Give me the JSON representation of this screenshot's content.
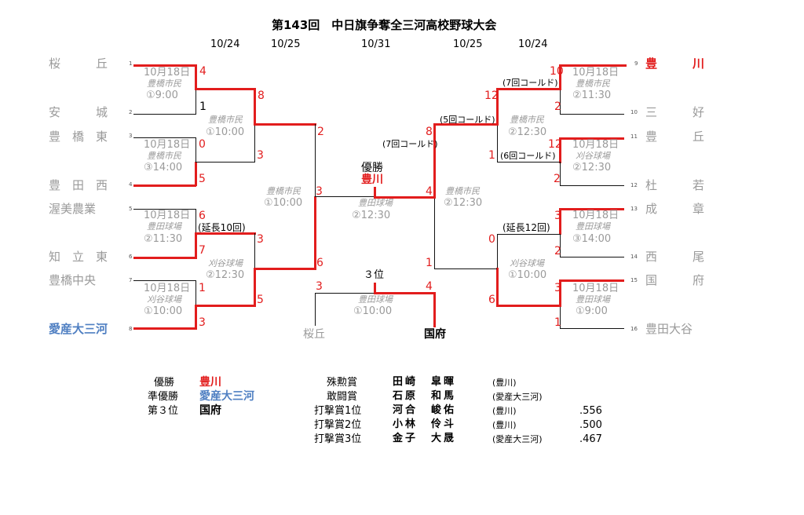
{
  "title": "第143回　中日旗争奪全三河高校野球大会",
  "dates": [
    "10/24",
    "10/25",
    "10/31",
    "10/25",
    "10/24"
  ],
  "left_teams": [
    {
      "no": "1",
      "name": "桜　　　丘"
    },
    {
      "no": "2",
      "name": "安　　　城"
    },
    {
      "no": "3",
      "name": "豊　橋　東"
    },
    {
      "no": "4",
      "name": "豊　田　西"
    },
    {
      "no": "5",
      "name": "渥美農業"
    },
    {
      "no": "6",
      "name": "知　立　東"
    },
    {
      "no": "7",
      "name": "豊橋中央"
    },
    {
      "no": "8",
      "name": "愛産大三河"
    }
  ],
  "right_teams": [
    {
      "no": "9",
      "name": "豊　　　川"
    },
    {
      "no": "10",
      "name": "三　　　好"
    },
    {
      "no": "11",
      "name": "豊　　　丘"
    },
    {
      "no": "12",
      "name": "杜　　　若"
    },
    {
      "no": "13",
      "name": "成　　　章"
    },
    {
      "no": "14",
      "name": "西　　　尾"
    },
    {
      "no": "15",
      "name": "国　　　府"
    },
    {
      "no": "16",
      "name": "豊田大谷"
    }
  ],
  "first_round_scores": {
    "left": [
      "4",
      "1",
      "0",
      "5",
      "6",
      "7",
      "1",
      "3"
    ],
    "right": [
      "10",
      "2",
      "12",
      "2",
      "3",
      "2",
      "3",
      "1"
    ]
  },
  "second_round_scores": {
    "left": [
      "8",
      "3",
      "3",
      "5"
    ],
    "right": [
      "12",
      "1",
      "0",
      "6"
    ]
  },
  "semifinal_scores": {
    "left": [
      "2",
      "6"
    ],
    "right": [
      "8",
      "1"
    ]
  },
  "final_scores": {
    "left": "3",
    "right": "4"
  },
  "third_place_scores": {
    "left": "3",
    "right": "4"
  },
  "game_info": {
    "date_10_18": "10月18日",
    "venue_toyohashi": "豊橋市民",
    "venue_toyota": "豊田球場",
    "venue_kariya": "刈谷球場",
    "slot_1_900": "①9:00",
    "slot_1_1000": "①10:00",
    "slot_2_1130": "②11:30",
    "slot_2_1230": "②12:30",
    "slot_3_1400": "③14:00"
  },
  "notes": {
    "called_7": "(7回コールド)",
    "called_5": "(5回コールド)",
    "called_6": "(6回コールド)",
    "extra_10": "(延長10回)",
    "extra_12": "(延長12回)"
  },
  "center": {
    "champion_label": "優勝",
    "champion": "豊川",
    "third_label": "３位",
    "third_left": "桜丘",
    "third_right": "国府"
  },
  "results": [
    {
      "label": "優勝",
      "team": "豊川",
      "color": "#e21d1d"
    },
    {
      "label": "準優勝",
      "team": "愛産大三河",
      "color": "#4f7fc2"
    },
    {
      "label": "第３位",
      "team": "国府",
      "color": "#000000"
    }
  ],
  "awards": [
    {
      "award": "殊勲賞",
      "first": "田崎",
      "given": "皐暉",
      "school": "(豊川)",
      "avg": ""
    },
    {
      "award": "敢闘賞",
      "first": "石原",
      "given": "和馬",
      "school": "(愛産大三河)",
      "avg": ""
    },
    {
      "award": "打撃賞1位",
      "first": "河合",
      "given": "峻佑",
      "school": "(豊川)",
      "avg": ".556"
    },
    {
      "award": "打撃賞2位",
      "first": "小林",
      "given": "伶斗",
      "school": "(豊川)",
      "avg": ".500"
    },
    {
      "award": "打撃賞3位",
      "first": "金子",
      "given": "大晟",
      "school": "(愛産大三河)",
      "avg": ".467"
    }
  ],
  "colors": {
    "winner": "#e21d1d",
    "runner_up": "#4f7fc2",
    "text_gray": "#9a9a9a"
  }
}
